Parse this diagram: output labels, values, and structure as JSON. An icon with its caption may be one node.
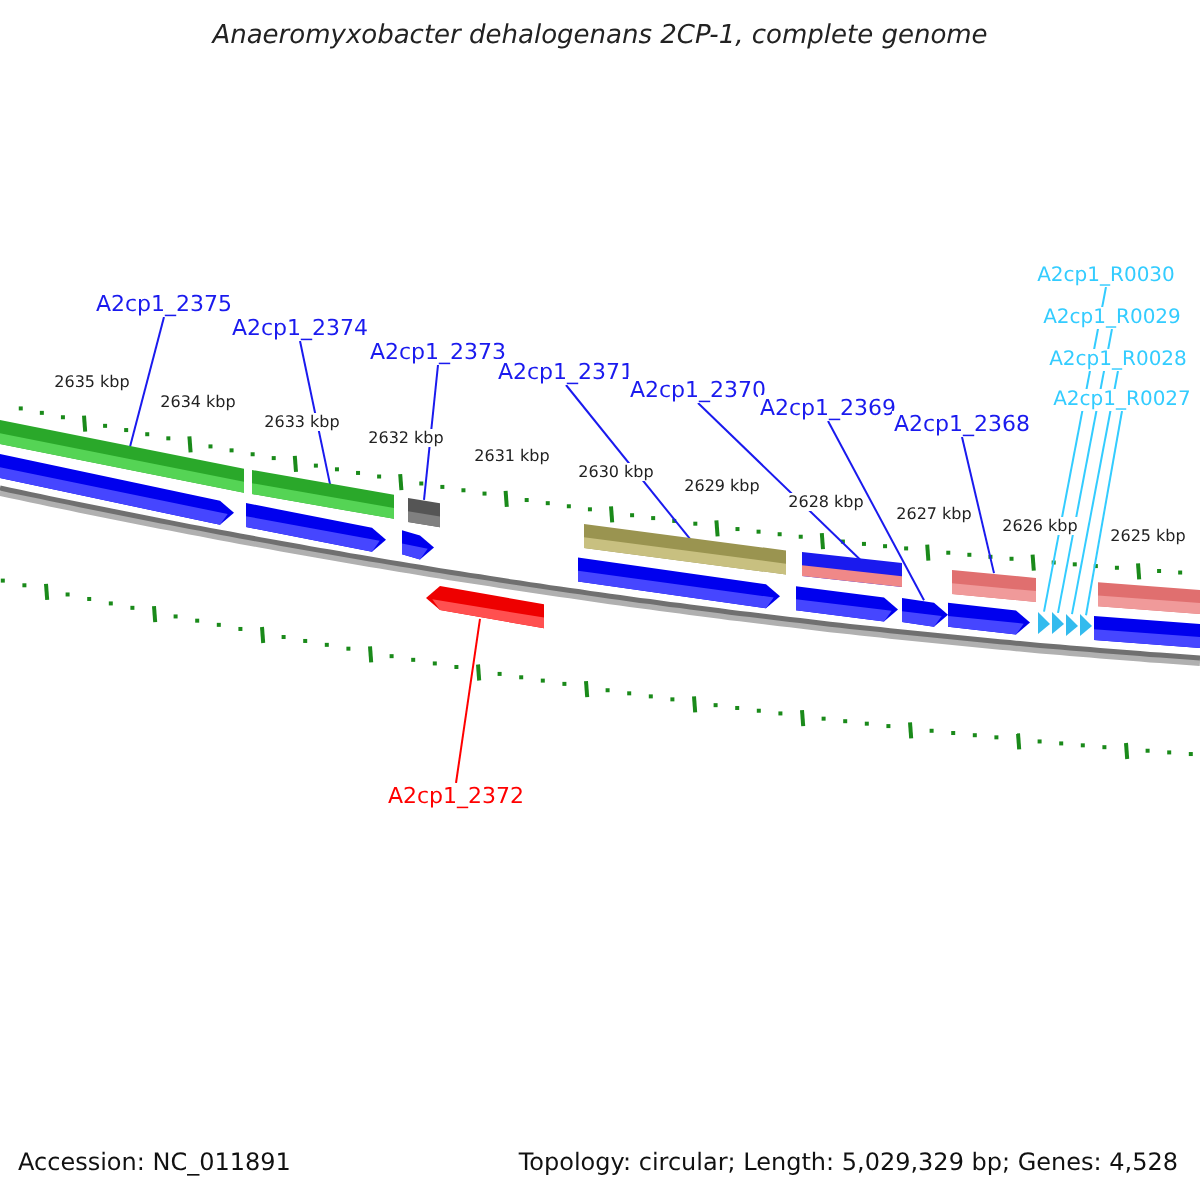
{
  "diagram": {
    "title": "Anaeromyxobacter dehalogenans 2CP-1, complete genome",
    "nodes": [
      {
        "text": [
          "A2cp1_2375"
        ]
      },
      {
        "text": [
          "A2cp1_2374"
        ]
      },
      {
        "text": [
          "A2cp1_2373"
        ]
      },
      {
        "text": [
          "A2cp1_2371"
        ]
      },
      {
        "text": [
          "A2cp1_2370"
        ]
      },
      {
        "text": [
          "A2cp1_2369"
        ]
      },
      {
        "text": [
          "A2cp1_2368"
        ]
      },
      {
        "text": [
          "A2cp1_R0030"
        ]
      },
      {
        "text": [
          "A2cp1_R0029"
        ]
      },
      {
        "text": [
          "A2cp1_R0028"
        ]
      },
      {
        "text": [
          "A2cp1_R0027"
        ]
      },
      {
        "text": [
          "A2cp1_2372"
        ]
      },
      {
        "text": [],
        "shape": "bar"
      },
      {
        "text": [],
        "shape": "bar"
      },
      {
        "text": [],
        "shape": "bar"
      },
      {
        "text": [],
        "shape": "arrow"
      },
      {
        "text": [],
        "shape": "bar"
      },
      {
        "text": [],
        "shape": "bar"
      },
      {
        "text": [],
        "shape": "arrow"
      },
      {
        "text": [],
        "shape": "bar"
      },
      {
        "text": [],
        "shape": "triangle"
      },
      {
        "text": [],
        "shape": "triangle"
      },
      {
        "text": [],
        "shape": "triangle"
      },
      {
        "text": [],
        "shape": "triangle"
      }
    ],
    "edges": [
      {
        "from": 0,
        "to": 12,
        "arrow": "none"
      },
      {
        "from": 1,
        "to": 13,
        "arrow": "none"
      },
      {
        "from": 2,
        "to": 14,
        "arrow": "none"
      },
      {
        "from": 3,
        "to": 16,
        "arrow": "none"
      },
      {
        "from": 4,
        "to": 17,
        "arrow": "none"
      },
      {
        "from": 5,
        "to": 18,
        "arrow": "none"
      },
      {
        "from": 6,
        "to": 19,
        "arrow": "none"
      },
      {
        "from": 7,
        "to": 20,
        "arrow": "none",
        "color": "#33ccff"
      },
      {
        "from": 8,
        "to": 21,
        "arrow": "none",
        "color": "#33ccff"
      },
      {
        "from": 9,
        "to": 22,
        "arrow": "none",
        "color": "#33ccff"
      },
      {
        "from": 10,
        "to": 23,
        "arrow": "none",
        "color": "#33ccff"
      },
      {
        "from": 11,
        "to": 15,
        "arrow": "none",
        "color": "#ff0000"
      }
    ],
    "labels": [
      "2635 kbp",
      "2634 kbp",
      "2633 kbp",
      "2632 kbp",
      "2631 kbp",
      "2630 kbp",
      "2629 kbp",
      "2628 kbp",
      "2627 kbp",
      "2626 kbp",
      "2625 kbp",
      "Accession: NC_011891",
      "Topology: circular; Length: 5,029,329 bp; Genes: 4,528"
    ]
  }
}
